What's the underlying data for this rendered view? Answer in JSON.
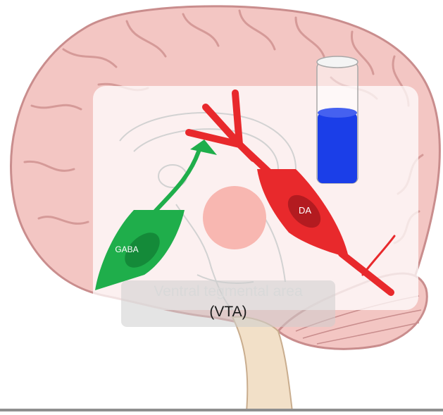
{
  "labels": {
    "gaba": "GABA",
    "da": "DA",
    "vta_line1": "Ventral tegmental area",
    "vta_line2": "(VTA)"
  },
  "colors": {
    "brain_pink": "#f3c6c3",
    "brain_outline": "#c98d8d",
    "gaba_green": "#1fae4b",
    "da_red": "#e8292c",
    "vta_disc": "#f8b7b1",
    "vial_blue": "#1b3ee8",
    "overlay_white": "#ffffff"
  }
}
